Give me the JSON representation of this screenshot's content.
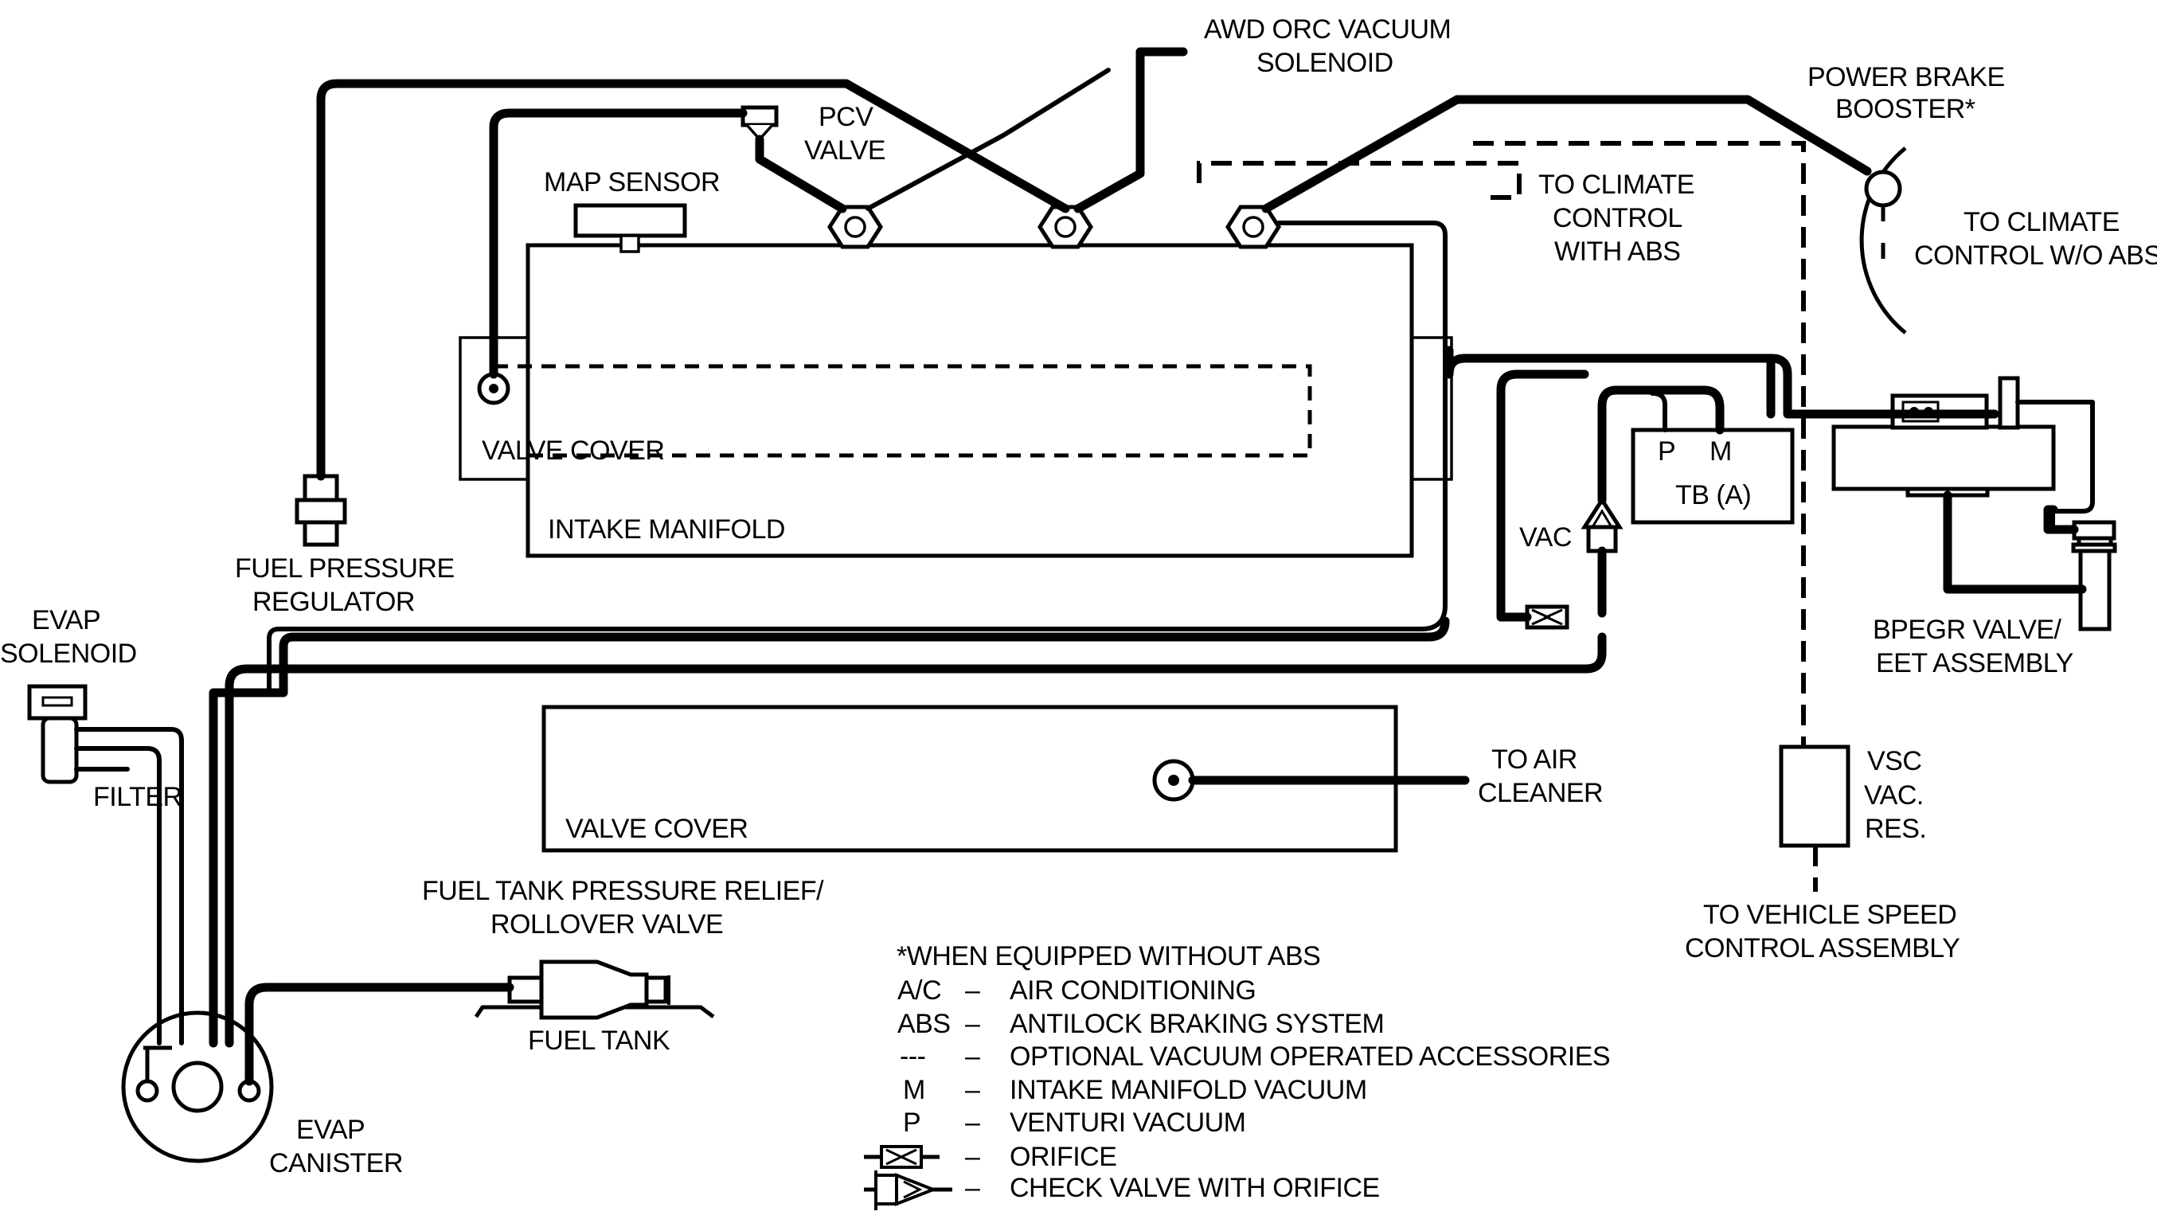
{
  "labels": {
    "awd_orc": [
      "AWD ORC VACUUM",
      "SOLENOID"
    ],
    "pcv": [
      "PCV",
      "VALVE"
    ],
    "map_sensor": "MAP SENSOR",
    "power_brake": [
      "POWER BRAKE",
      "BOOSTER*"
    ],
    "climate_abs": [
      "TO CLIMATE",
      "CONTROL",
      "WITH ABS"
    ],
    "climate_no_abs": [
      "TO CLIMATE",
      "CONTROL W/O ABS"
    ],
    "valve_cover_top": "VALVE COVER",
    "intake_manifold": "INTAKE MANIFOLD",
    "fuel_pressure": [
      "FUEL PRESSURE",
      "REGULATOR"
    ],
    "evap_solenoid": [
      "EVAP",
      "SOLENOID"
    ],
    "filter": "FILTER",
    "tb_p": "P",
    "tb_m": "M",
    "tb": "TB (A)",
    "vac": "VAC",
    "bpegr": [
      "BPEGR VALVE/",
      "EET ASSEMBLY"
    ],
    "air_cleaner": [
      "TO AIR",
      "CLEANER"
    ],
    "valve_cover_bottom": "VALVE COVER",
    "vsc": [
      "VSC",
      "VAC.",
      "RES."
    ],
    "vehicle_speed": [
      "TO VEHICLE SPEED",
      "CONTROL ASSEMBLY"
    ],
    "rollover": [
      "FUEL TANK PRESSURE RELIEF/",
      "ROLLOVER VALVE"
    ],
    "fuel_tank": "FUEL TANK",
    "evap_canister": [
      "EVAP",
      "CANISTER"
    ]
  },
  "legend": {
    "note": "*WHEN EQUIPPED WITHOUT ABS",
    "rows": [
      {
        "key": "A/C",
        "dash": "–",
        "desc": "AIR CONDITIONING"
      },
      {
        "key": "ABS",
        "dash": "–",
        "desc": "ANTILOCK BRAKING SYSTEM"
      },
      {
        "key": "---",
        "dash": "–",
        "desc": "OPTIONAL VACUUM OPERATED ACCESSORIES"
      },
      {
        "key": "M",
        "dash": "–",
        "desc": "INTAKE MANIFOLD VACUUM"
      },
      {
        "key": "P",
        "dash": "–",
        "desc": "VENTURI VACUUM"
      },
      {
        "key": "",
        "dash": "–",
        "desc": "ORIFICE"
      },
      {
        "key": "",
        "dash": "–",
        "desc": "CHECK VALVE WITH ORIFICE"
      }
    ]
  }
}
